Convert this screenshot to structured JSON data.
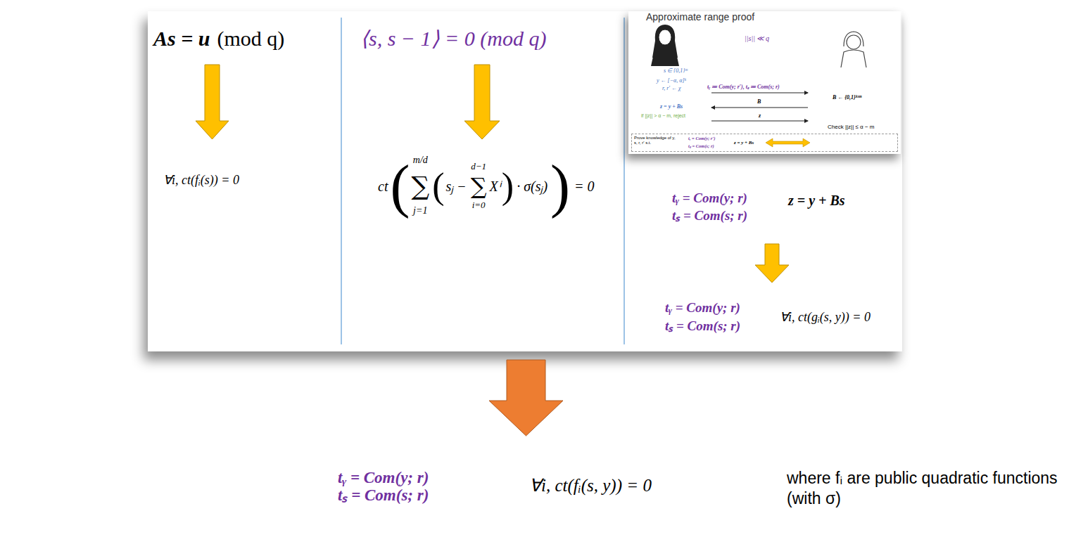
{
  "diagram": {
    "nodes": [
      {
        "text": [
          "Approximate range proof",
          "||s|| ≪ q",
          "s ∈ {0,1}ᵐ",
          "y ← [−α, α]ᵏ",
          "r, r′ ← χ",
          "tᵧ ≔ Com(y; r′), tₛ ≔ Com(s; r)",
          "B",
          "B ← {0,1}ᵏˣᵐ",
          "z = y + Bs",
          "z",
          "if ||z|| > α − m, reject",
          "Check ||z|| ≤ α − m"
        ]
      },
      {
        "text": [
          "Prove knowledge of y, s, r, r′ s.t.",
          "tᵧ = Com(y; r′)",
          "tₛ = Com(s; r)",
          "z = y + Bs"
        ],
        "in": 0
      }
    ],
    "labels": [
      "As = u",
      "(mod q)",
      "⟨s, s − 1⟩ = 0 (mod q)",
      "∀i, ct(fᵢ(s)) = 0",
      "ct",
      "(",
      "∑",
      "m/d",
      "j=1",
      "(",
      "sⱼ −",
      "∑",
      "d−1",
      "i=0",
      "Xⁱ",
      ")",
      "· σ(sⱼ)",
      ")",
      "= 0",
      "tᵧ = Com(y; r)",
      "tₛ = Com(s; r)",
      "z = y + Bs",
      "tᵧ = Com(y; r)",
      "tₛ = Com(s; r)",
      "∀i, ct(gᵢ(s, y)) = 0",
      "tᵧ = Com(y; r)",
      "tₛ = Com(s; r)",
      "∀i, ct(fᵢ(s, y)) = 0",
      "where fᵢ are public quadratic functions (with σ)"
    ]
  }
}
